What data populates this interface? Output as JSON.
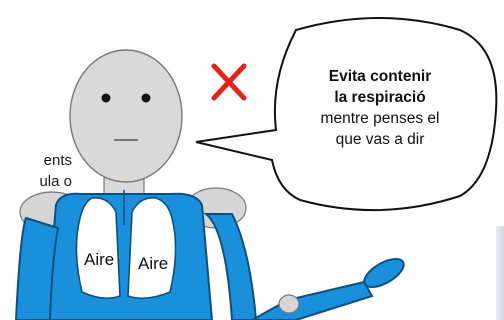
{
  "side_text": {
    "line1": "ents",
    "line2": "ula o"
  },
  "speech_bubble": {
    "bold_line1": "Evita contenir",
    "bold_line2": "la respiració",
    "line3": "mentre penses el",
    "line4": "que vas a dir"
  },
  "lungs": {
    "left_label": "Aire",
    "right_label": "Aire"
  },
  "colors": {
    "body_blue": "#1a8fdc",
    "body_outline": "#0f4f7c",
    "head_gray": "#d9d9d9",
    "cross_red": "#e1251b"
  },
  "icons": {
    "cross": "cross-icon"
  }
}
